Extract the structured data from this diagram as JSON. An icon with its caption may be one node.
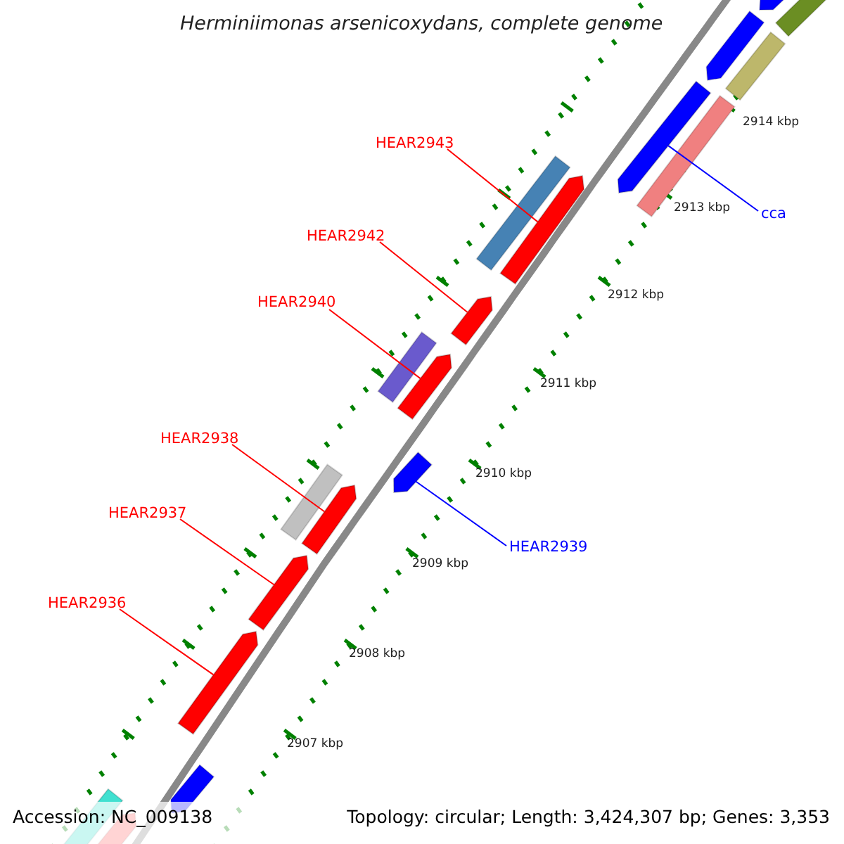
{
  "diagram": {
    "title": "Herminiimonas arsenicoxydans, complete genome",
    "nodes": [
      {
        "text": [
          "HEAR2943"
        ]
      },
      {
        "text": [],
        "shape": "bar"
      },
      {
        "text": [
          "HEAR2942"
        ]
      },
      {
        "text": [],
        "shape": "bar"
      },
      {
        "text": [
          "HEAR2940"
        ]
      },
      {
        "text": [],
        "shape": "bar"
      },
      {
        "text": [
          "HEAR2938"
        ]
      },
      {
        "text": [],
        "shape": "bar"
      },
      {
        "text": [
          "HEAR2937"
        ]
      },
      {
        "text": [],
        "shape": "bar"
      },
      {
        "text": [
          "HEAR2936"
        ]
      },
      {
        "text": [],
        "shape": "bar"
      },
      {
        "text": [
          "HEAR2939"
        ]
      },
      {
        "text": [],
        "shape": "bar"
      },
      {
        "text": [
          "cca"
        ]
      },
      {
        "text": [],
        "shape": "bar"
      }
    ],
    "edges": [
      {
        "from": 0,
        "to": 1,
        "arrow": "none"
      },
      {
        "from": 2,
        "to": 3,
        "arrow": "none"
      },
      {
        "from": 4,
        "to": 5,
        "arrow": "none"
      },
      {
        "from": 6,
        "to": 7,
        "arrow": "none"
      },
      {
        "from": 8,
        "to": 9,
        "arrow": "none"
      },
      {
        "from": 10,
        "to": 11,
        "arrow": "none"
      },
      {
        "from": 12,
        "to": 13,
        "arrow": "none",
        "color": "#0000ff"
      },
      {
        "from": 14,
        "to": 15,
        "arrow": "none",
        "color": "#0000ff"
      }
    ],
    "labels": [
      "2914 kbp",
      "2913 kbp",
      "2912 kbp",
      "2911 kbp",
      "2910 kbp",
      "2909 kbp",
      "2908 kbp",
      "2907 kbp",
      "Accession: NC_009138",
      "Topology: circular; Length: 3,424,307 bp; Genes: 3,353"
    ]
  }
}
